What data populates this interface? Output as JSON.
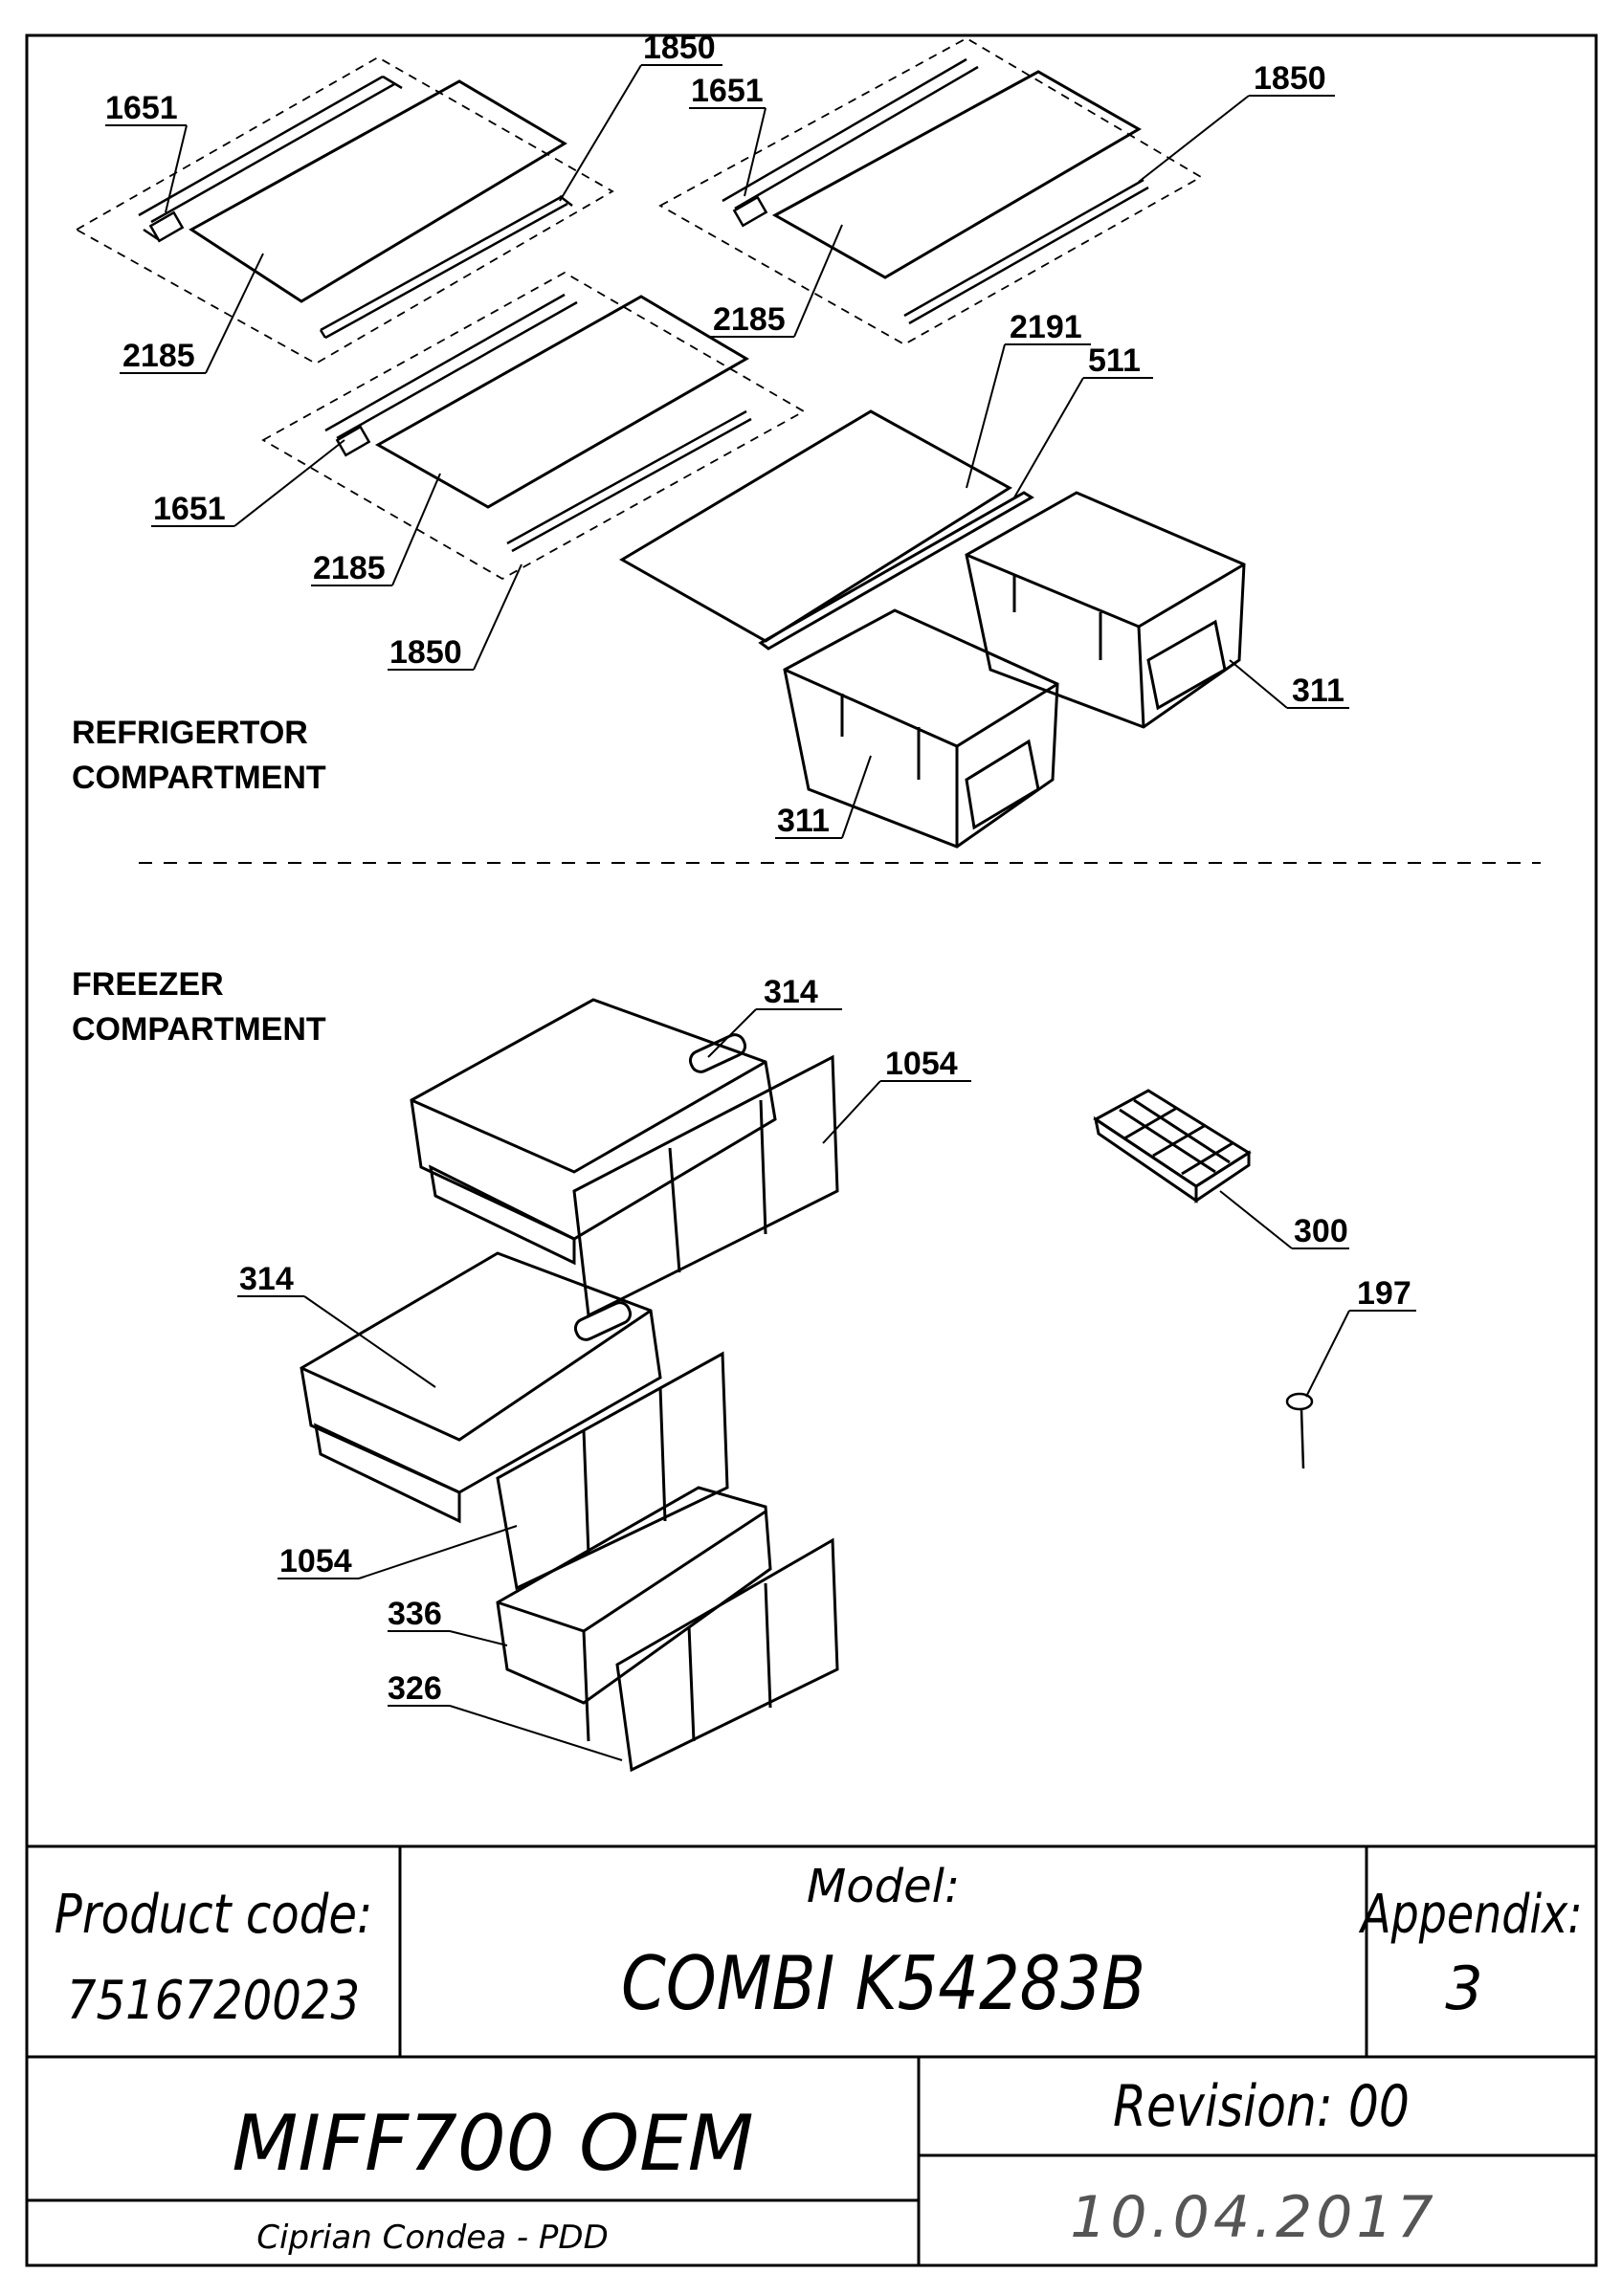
{
  "sections": {
    "refrigerator": [
      "REFRIGERTOR",
      "COMPARTMENT"
    ],
    "freezer": [
      "FREEZER",
      "COMPARTMENT"
    ]
  },
  "callouts": {
    "c1651a": "1651",
    "c1850a": "1850",
    "c1651b": "1651",
    "c1850b": "1850",
    "c2185a": "2185",
    "c2185b": "2185",
    "c2191": "2191",
    "c511": "511",
    "c1651c": "1651",
    "c2185c": "2185",
    "c1850c": "1850",
    "c311a": "311",
    "c311b": "311",
    "c314a": "314",
    "c1054a": "1054",
    "c300": "300",
    "c314b": "314",
    "c197": "197",
    "c1054b": "1054",
    "c336": "336",
    "c326": "326"
  },
  "title_block": {
    "product_code_label": "Product code:",
    "product_code": "7516720023",
    "model_label": "Model:",
    "model": "COMBI K54283B",
    "appendix_label": "Appendix:",
    "appendix": "3",
    "platform": "MIFF700 OEM",
    "revision": "Revision: 00",
    "author": "Ciprian Condea - PDD",
    "date": "10.04.2017"
  }
}
